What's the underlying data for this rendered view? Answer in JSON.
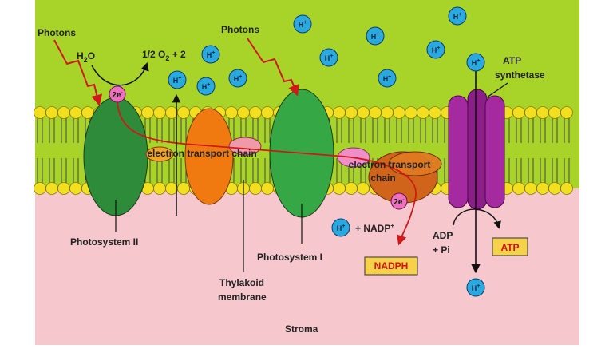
{
  "labels": {
    "photons_left": "Photons",
    "photons_right": "Photons",
    "h2o": "H",
    "h2o_sub": "2",
    "h2o_end": "O",
    "o2_pre": "1/2 O",
    "o2_sub": "2",
    "o2_post": " + 2",
    "atp_synthetase_line1": "ATP",
    "atp_synthetase_line2": "synthetase",
    "etc_left": "electron transport chain",
    "etc_right_line1": "electron transport",
    "etc_right_line2": "chain",
    "photosystem_ii": "Photosystem II",
    "photosystem_i": "Photosystem I",
    "thylakoid_line1": "Thylakoid",
    "thylakoid_line2": "membrane",
    "stroma": "Stroma",
    "nadp": "+ NADP",
    "nadp_sup": "+",
    "adp_line1": "ADP",
    "adp_line2": "+ Pi",
    "nadph": "NADPH",
    "atp": "ATP",
    "electron_left": "2e",
    "electron_right": "2e",
    "electron_sup": "-",
    "hplus": "H",
    "hplus_sup": "+"
  },
  "colors": {
    "lumen": "#a8d42a",
    "stroma": "#f6c7cd",
    "lipid_head": "#f2e020",
    "ps2": "#2e8b3a",
    "ps1": "#35a845",
    "cytochrome": "#f07a10",
    "ps_i_complex": "#d0641a",
    "atp_synthase": "#a52aa0",
    "hion": "#29a9e0",
    "electron": "#f070c0",
    "box": "#f6d24a",
    "arrow_red": "#d01818"
  }
}
